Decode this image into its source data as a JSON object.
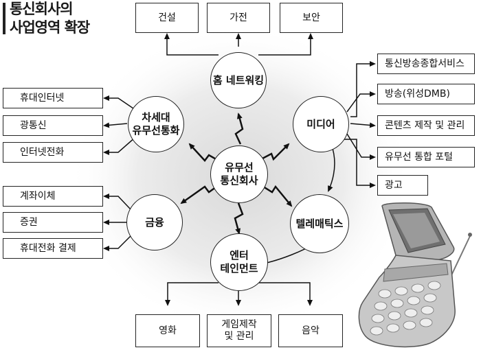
{
  "title": {
    "line1": "통신회사의",
    "line2": "사업영역 확장"
  },
  "center": {
    "line1": "유무선",
    "line2": "통신회사"
  },
  "hubs": {
    "home": {
      "line1": "홈 네트워킹"
    },
    "media": {
      "line1": "미디어"
    },
    "nextgen": {
      "line1": "차세대",
      "line2": "유무선통화"
    },
    "finance": {
      "line1": "금융"
    },
    "telematics": {
      "line1": "텔레매틱스"
    },
    "entertainment": {
      "line1": "엔터",
      "line2": "테인먼트"
    }
  },
  "home_items": [
    "건설",
    "가전",
    "보안"
  ],
  "media_items": [
    "통신방송종합서비스",
    "방송(위성DMB)",
    "콘텐츠 제작 및 관리",
    "유무선 통합 포털",
    "광고"
  ],
  "nextgen_items": [
    "휴대인터넷",
    "광통신",
    "인터넷전화"
  ],
  "finance_items": [
    "계좌이체",
    "증권",
    "휴대전화 결제"
  ],
  "entertainment_items": [
    {
      "line1": "영화",
      "line2": ""
    },
    {
      "line1": "게임제작",
      "line2": "및 관리"
    },
    {
      "line1": "음악",
      "line2": ""
    }
  ]
}
